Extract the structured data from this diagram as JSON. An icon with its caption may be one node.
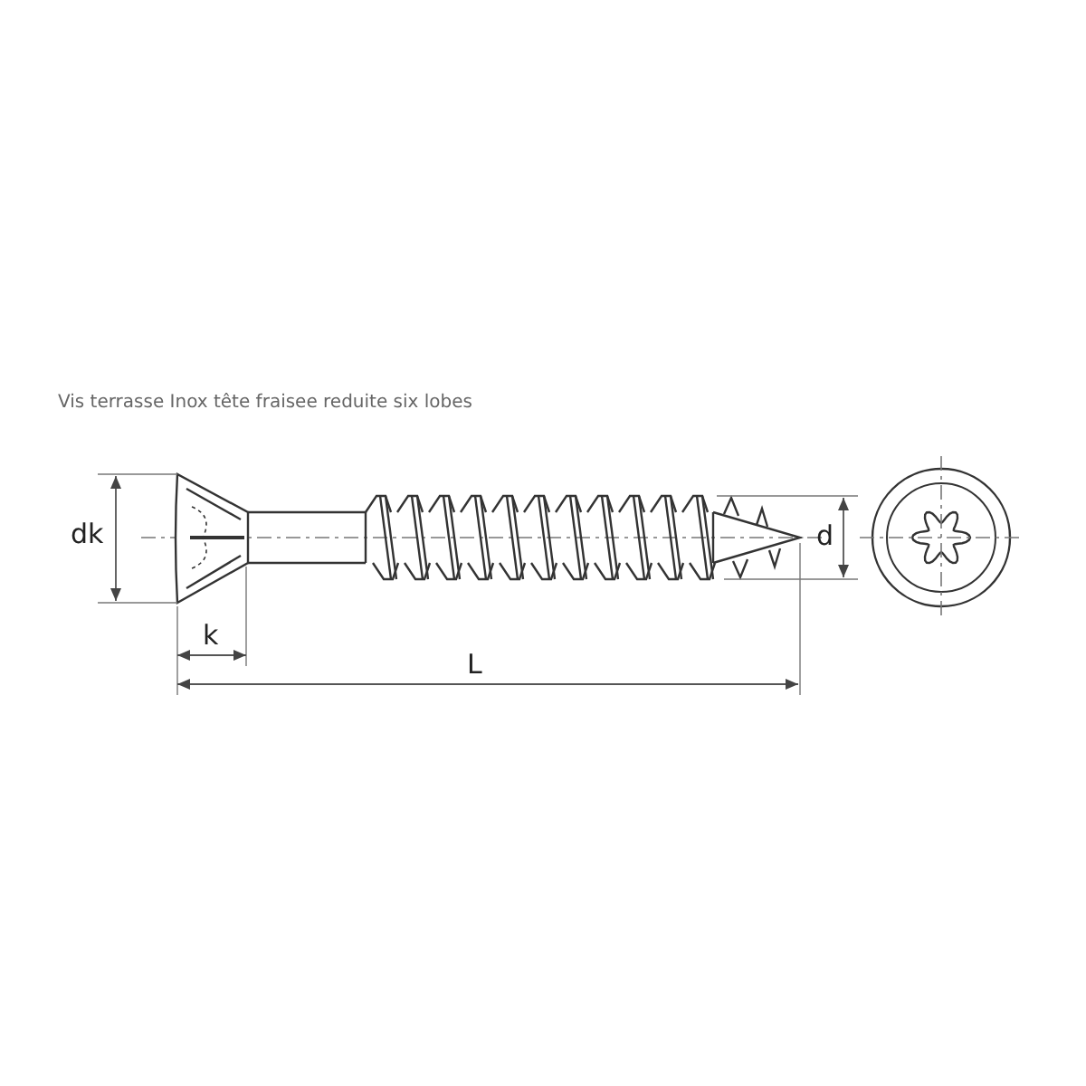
{
  "diagram": {
    "title": "Vis terrasse Inox tête fraisee reduite six lobes",
    "labels": [
      "dk",
      "k",
      "L",
      "d"
    ]
  }
}
